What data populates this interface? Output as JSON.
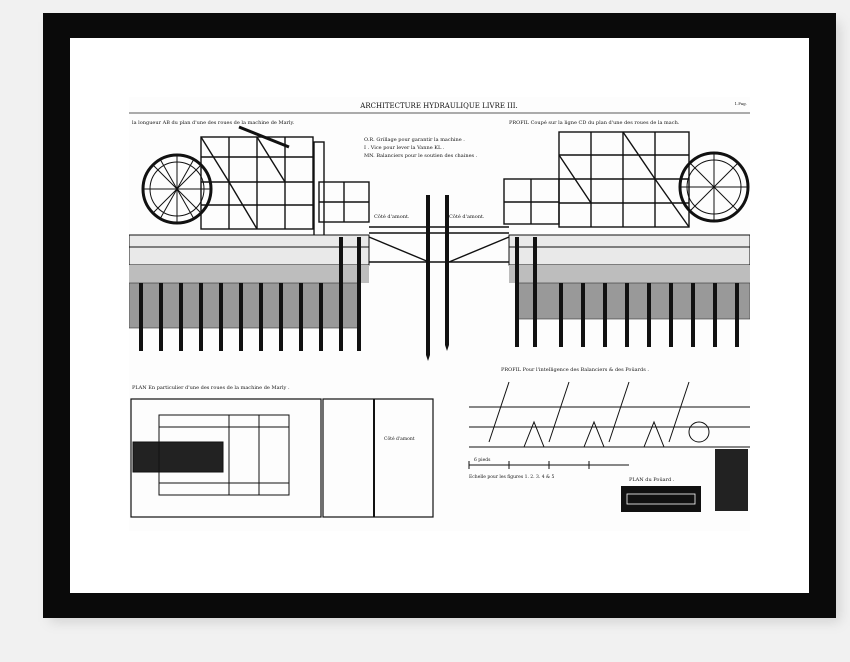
{
  "plate": {
    "title": "ARCHITECTURE HYDRAULIQUE LIVRE III.",
    "plate_number": "1.Pag.",
    "left_caption": "la longueur AB du plan d'une des roues de la machine de Marly.",
    "right_caption": "PROFIL Coupé sur la ligne CD du plan d'une des roues de la mach.",
    "legend": [
      "O.R. Grillage pour garantir la machine .",
      "I . Vice pour lever la Vanne KL .",
      "MN. Balanciers pour le soutien des chaines ."
    ],
    "label_amont_left": "Côté d'amont.",
    "label_amont_right": "Côté d'amont.",
    "plan_caption": "PLAN En particulier d'une des roues de la machine de Marly .",
    "plan_side_label": "Côté d'amont",
    "profil_caption": "PROFIL Pour l'intelligence des Balanciers & des Poüards .",
    "scale_label": "Echelle pour les figures 1. 2. 3. 4 & 5",
    "scale_unit": "6 pieds",
    "plan_poisard": "PLAN du Poüard ."
  },
  "colors": {
    "ink": "#111111",
    "paper": "#fdfdfd",
    "frame": "#0a0a0a",
    "mat": "#ffffff",
    "wall": "#f1f1f1"
  }
}
